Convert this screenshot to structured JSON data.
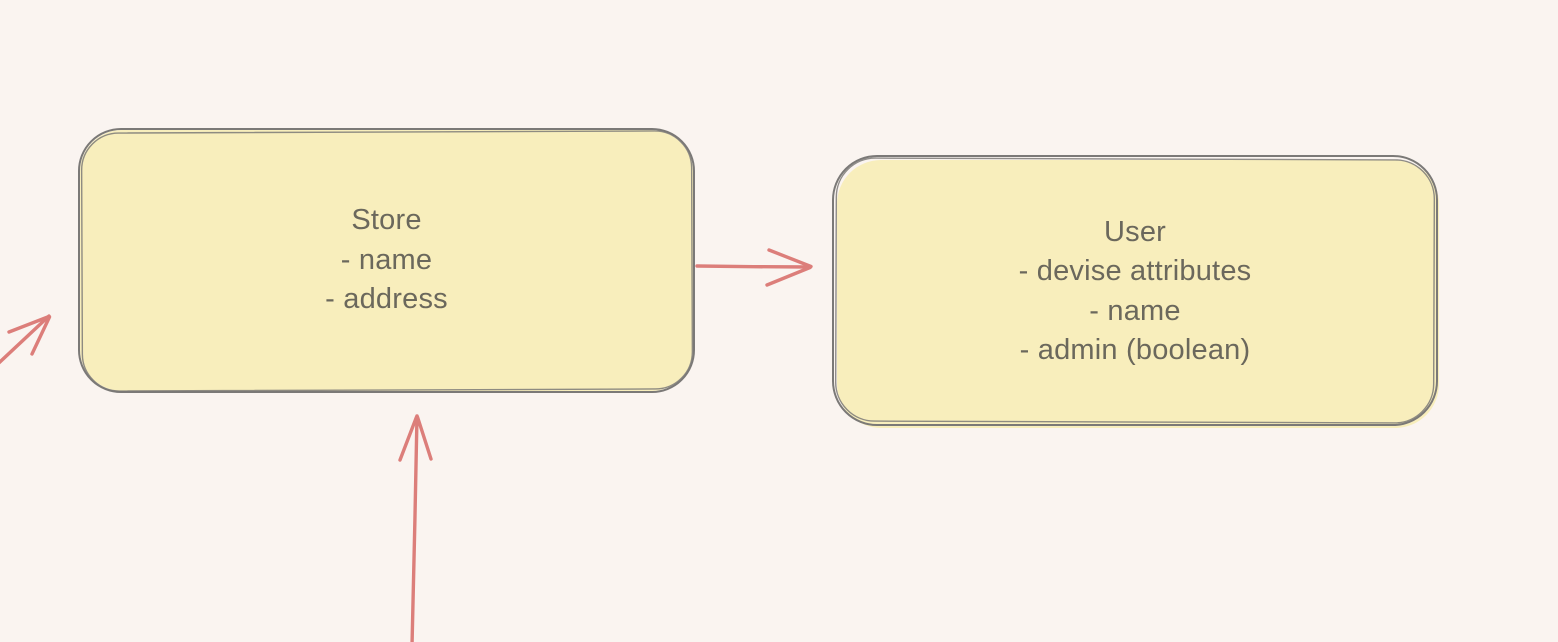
{
  "colors": {
    "background": "#faf4f0",
    "node_fill": "#f8eebc",
    "node_stroke": "#7b7977",
    "arrow": "#dc7e7a",
    "text": "#6b685c"
  },
  "diagram": {
    "nodes": [
      {
        "id": "store",
        "title": "Store",
        "attributes": [
          "- name",
          "- address"
        ]
      },
      {
        "id": "user",
        "title": "User",
        "attributes": [
          "- devise attributes",
          "- name",
          "- admin (boolean)"
        ]
      }
    ],
    "connectors": [
      {
        "id": "store-to-user-arrow"
      },
      {
        "id": "bottom-to-store-arrow"
      },
      {
        "id": "lower-left-to-store-arrow"
      }
    ]
  }
}
